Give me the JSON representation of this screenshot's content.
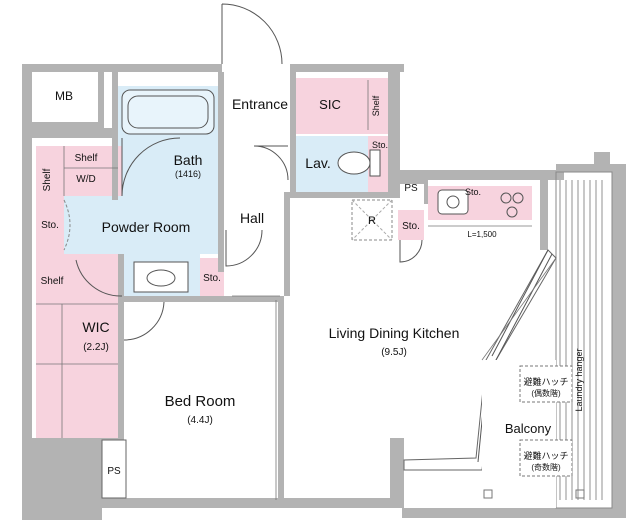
{
  "rooms": {
    "mb": "MB",
    "entrance": "Entrance",
    "sic": "SIC",
    "shelf_sic": "Shelf",
    "bath": "Bath",
    "bath_size": "(1416)",
    "lav": "Lav.",
    "sto_lav": "Sto.",
    "shelf_wd": "Shelf",
    "wd": "W/D",
    "shelf_left": "Shelf",
    "sto_left": "Sto.",
    "powder_room": "Powder Room",
    "hall": "Hall",
    "ps_top": "PS",
    "sto_kitchen_top": "Sto.",
    "r": "R",
    "sto_kitchen": "Sto.",
    "kitchen_length": "L=1,500",
    "shelf_wic": "Shelf",
    "wic": "WIC",
    "wic_size": "(2.2J)",
    "sto_hall": "Sto.",
    "ldk": "Living Dining Kitchen",
    "ldk_size": "(9.5J)",
    "bed_room": "Bed Room",
    "bed_size": "(4.4J)",
    "ps_bottom": "PS",
    "balcony": "Balcony",
    "laundry": "Laundry hanger",
    "hatch_top_1": "避難ハッチ",
    "hatch_top_2": "(偶数階)",
    "hatch_bottom_1": "避難ハッチ",
    "hatch_bottom_2": "(奇数階)"
  }
}
